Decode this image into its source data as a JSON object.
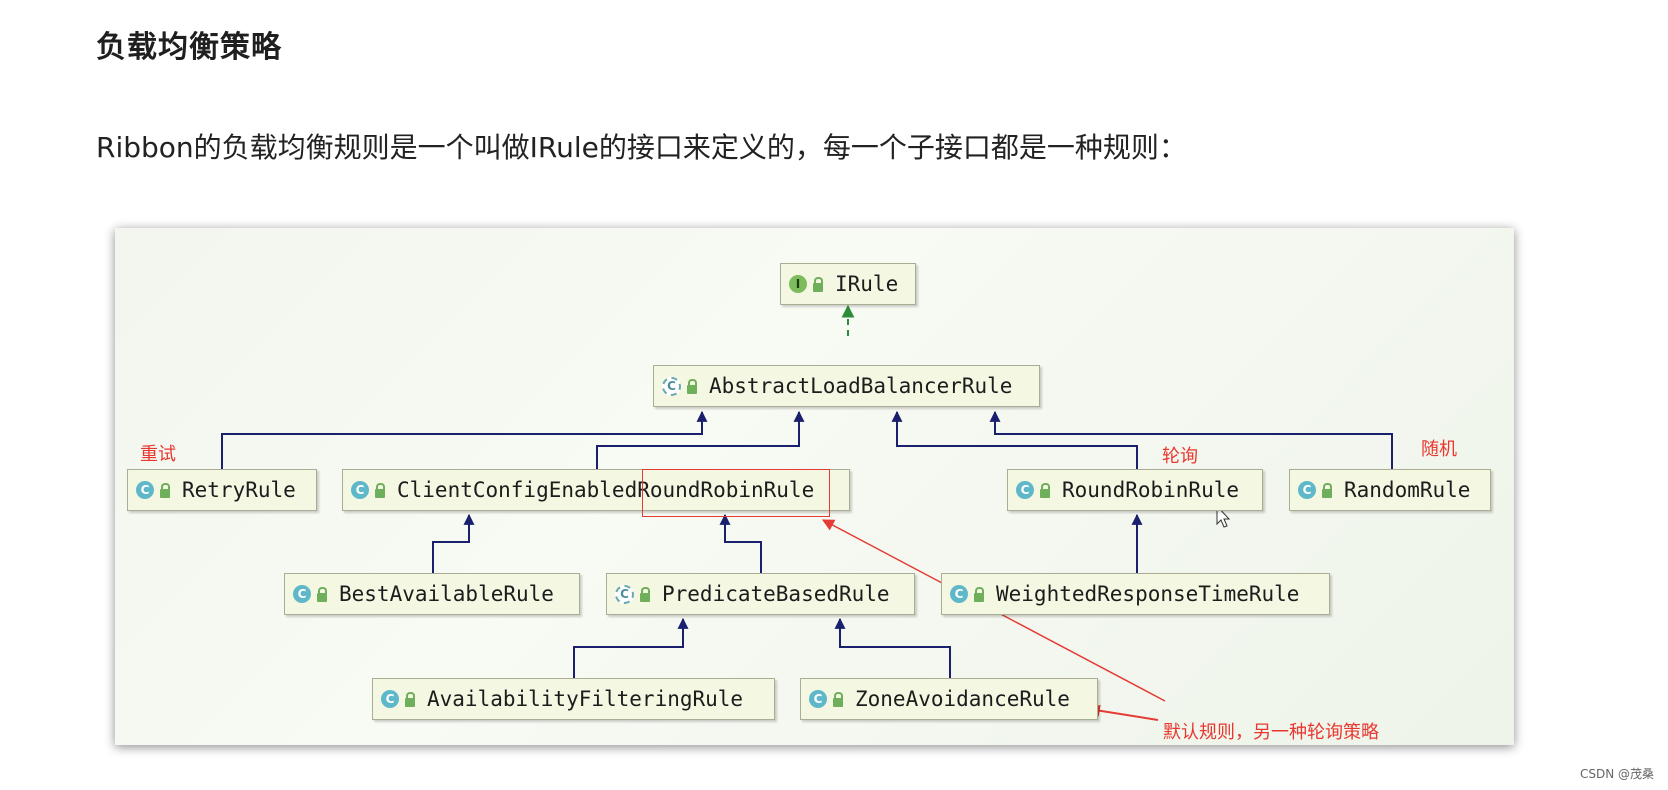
{
  "page": {
    "title": "负载均衡策略",
    "intro": "Ribbon的负载均衡规则是一个叫做IRule的接口来定义的，每一个子接口都是一种规则："
  },
  "diagram": {
    "nodes": {
      "irule": {
        "label": "IRule",
        "badge": "I",
        "icon": "interface-icon"
      },
      "abstract": {
        "label": "AbstractLoadBalancerRule",
        "badge": "C",
        "icon": "abstract-class-icon"
      },
      "retry": {
        "label": "RetryRule",
        "badge": "C",
        "icon": "class-icon"
      },
      "client": {
        "label": "ClientConfigEnabledRoundRobinRule",
        "badge": "C",
        "icon": "class-icon"
      },
      "roundrobin": {
        "label": "RoundRobinRule",
        "badge": "C",
        "icon": "class-icon"
      },
      "random": {
        "label": "RandomRule",
        "badge": "C",
        "icon": "class-icon"
      },
      "bestavail": {
        "label": "BestAvailableRule",
        "badge": "C",
        "icon": "class-icon"
      },
      "predicate": {
        "label": "PredicateBasedRule",
        "badge": "C",
        "icon": "abstract-class-icon"
      },
      "weighted": {
        "label": "WeightedResponseTimeRule",
        "badge": "C",
        "icon": "class-icon"
      },
      "availfilter": {
        "label": "AvailabilityFilteringRule",
        "badge": "C",
        "icon": "class-icon"
      },
      "zone": {
        "label": "ZoneAvoidanceRule",
        "badge": "C",
        "icon": "class-icon"
      }
    },
    "annotations": {
      "retry": "重试",
      "roundrobin": "轮询",
      "random": "随机",
      "default": "默认规则，另一种轮询策略"
    },
    "colors": {
      "inheritance_arrow": "#1a1f6e",
      "implements_arrow": "#2e8b3c",
      "annotation": "#e8372f"
    }
  },
  "footer": {
    "watermark": "CSDN @茂桑"
  }
}
